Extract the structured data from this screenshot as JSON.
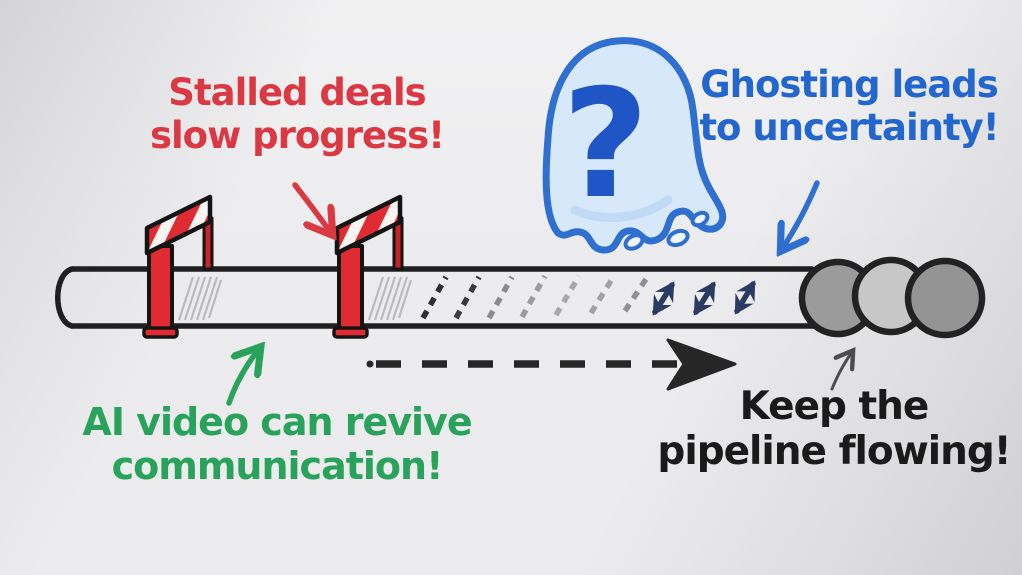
{
  "scene": {
    "description": "Hand-drawn whiteboard sketch of a sales pipeline with barriers, ghosting zone and flowing deals",
    "background_color": "#ececee"
  },
  "annotations": {
    "stalled": {
      "line1": "Stalled deals",
      "line2": "slow progress!",
      "color": "#da3842"
    },
    "ghosting": {
      "line1": "Ghosting leads",
      "line2": "to uncertainty!",
      "color": "#2366cd"
    },
    "revive": {
      "line1": "AI video can revive",
      "line2": "communication!",
      "color": "#29a35c"
    },
    "flowing": {
      "line1": "Keep the",
      "line2": "pipeline flowing!",
      "color": "#1a1a1a"
    }
  },
  "ghost": {
    "glyph": "?",
    "body_color": "#d7e8fa",
    "outline_color": "#2f6fd0",
    "glyph_color": "#1f55c4"
  },
  "pipeline": {
    "outline_color": "#1f1f1f",
    "barrier_color": "#e02b33",
    "barrier_stripe_color": "#f7f4f2",
    "bounce_arrow_color": "#2b3a63",
    "flow_arrow_color": "#262626",
    "circle_fills": [
      "#9b9b9b",
      "#c7c7c7",
      "#949494"
    ]
  },
  "icons": {
    "ghost": "ghost-icon",
    "question_mark": "question-mark-glyph",
    "barriers": "roadblock-barrier-icon",
    "deal_circles": "overlapping-deal-circles",
    "flow_arrow": "dashed-flow-arrow"
  }
}
